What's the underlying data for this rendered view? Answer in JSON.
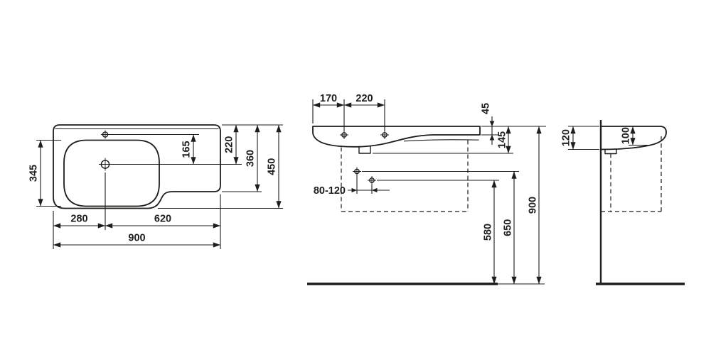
{
  "colors": {
    "background": "#ffffff",
    "line": "#1d1d1b"
  },
  "plan_view": {
    "dim_345": "345",
    "dim_165": "165",
    "dim_220": "220",
    "dim_360": "360",
    "dim_450": "450",
    "dim_280": "280",
    "dim_620": "620",
    "dim_900": "900"
  },
  "front_view": {
    "dim_170": "170",
    "dim_220": "220",
    "dim_45": "45",
    "dim_145": "145",
    "dim_80_120": "80-120",
    "dim_580": "580",
    "dim_650": "650",
    "dim_900": "900"
  },
  "side_view": {
    "dim_120": "120",
    "dim_100": "100"
  }
}
